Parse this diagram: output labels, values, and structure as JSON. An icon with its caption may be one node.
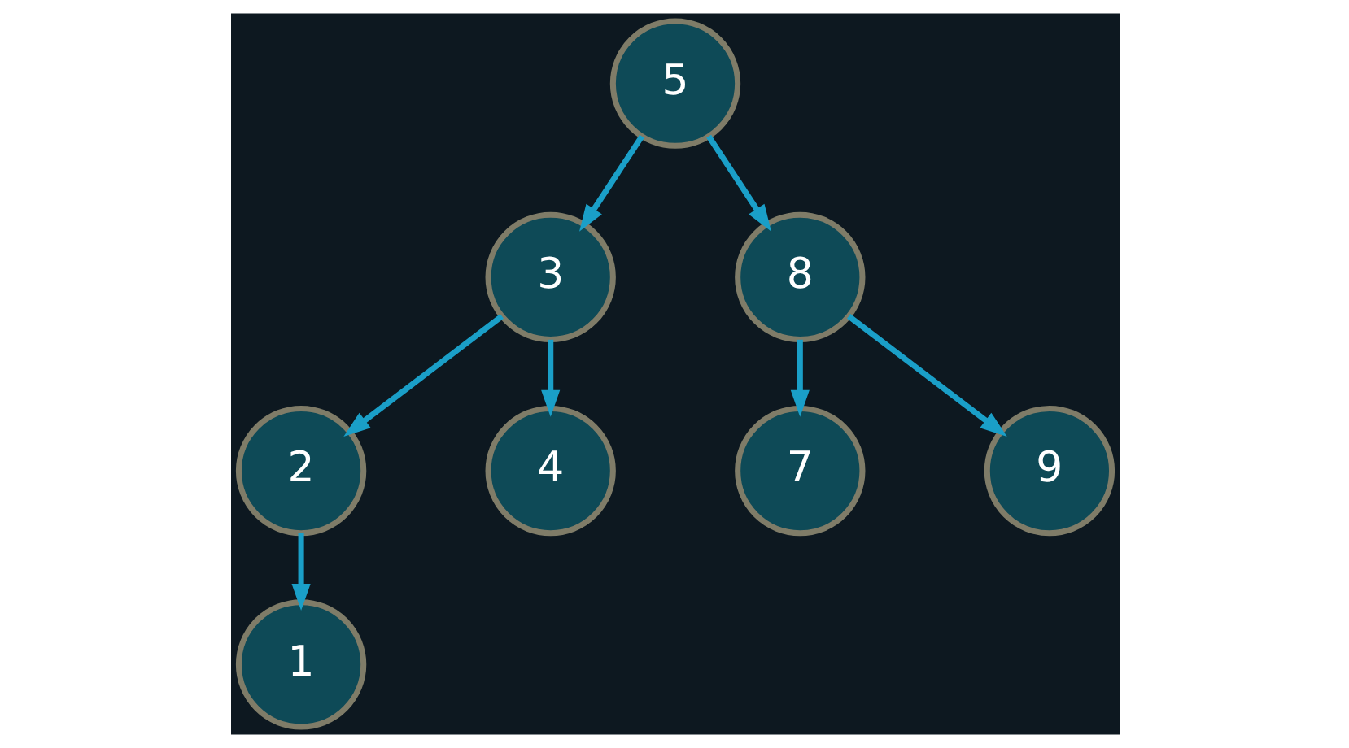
{
  "diagram": {
    "nodes": [
      {
        "text": [
          "5"
        ]
      },
      {
        "text": [
          "3"
        ]
      },
      {
        "text": [
          "8"
        ]
      },
      {
        "text": [
          "2"
        ]
      },
      {
        "text": [
          "4"
        ]
      },
      {
        "text": [
          "7"
        ]
      },
      {
        "text": [
          "9"
        ]
      },
      {
        "text": [
          "1"
        ]
      }
    ],
    "edges": [
      {
        "from": 0,
        "to": 1,
        "arrow": "to"
      },
      {
        "from": 0,
        "to": 2,
        "arrow": "to"
      },
      {
        "from": 1,
        "to": 3,
        "arrow": "to"
      },
      {
        "from": 1,
        "to": 4,
        "arrow": "to"
      },
      {
        "from": 2,
        "to": 5,
        "arrow": "to"
      },
      {
        "from": 2,
        "to": 6,
        "arrow": "to"
      },
      {
        "from": 3,
        "to": 7,
        "arrow": "to"
      }
    ]
  }
}
